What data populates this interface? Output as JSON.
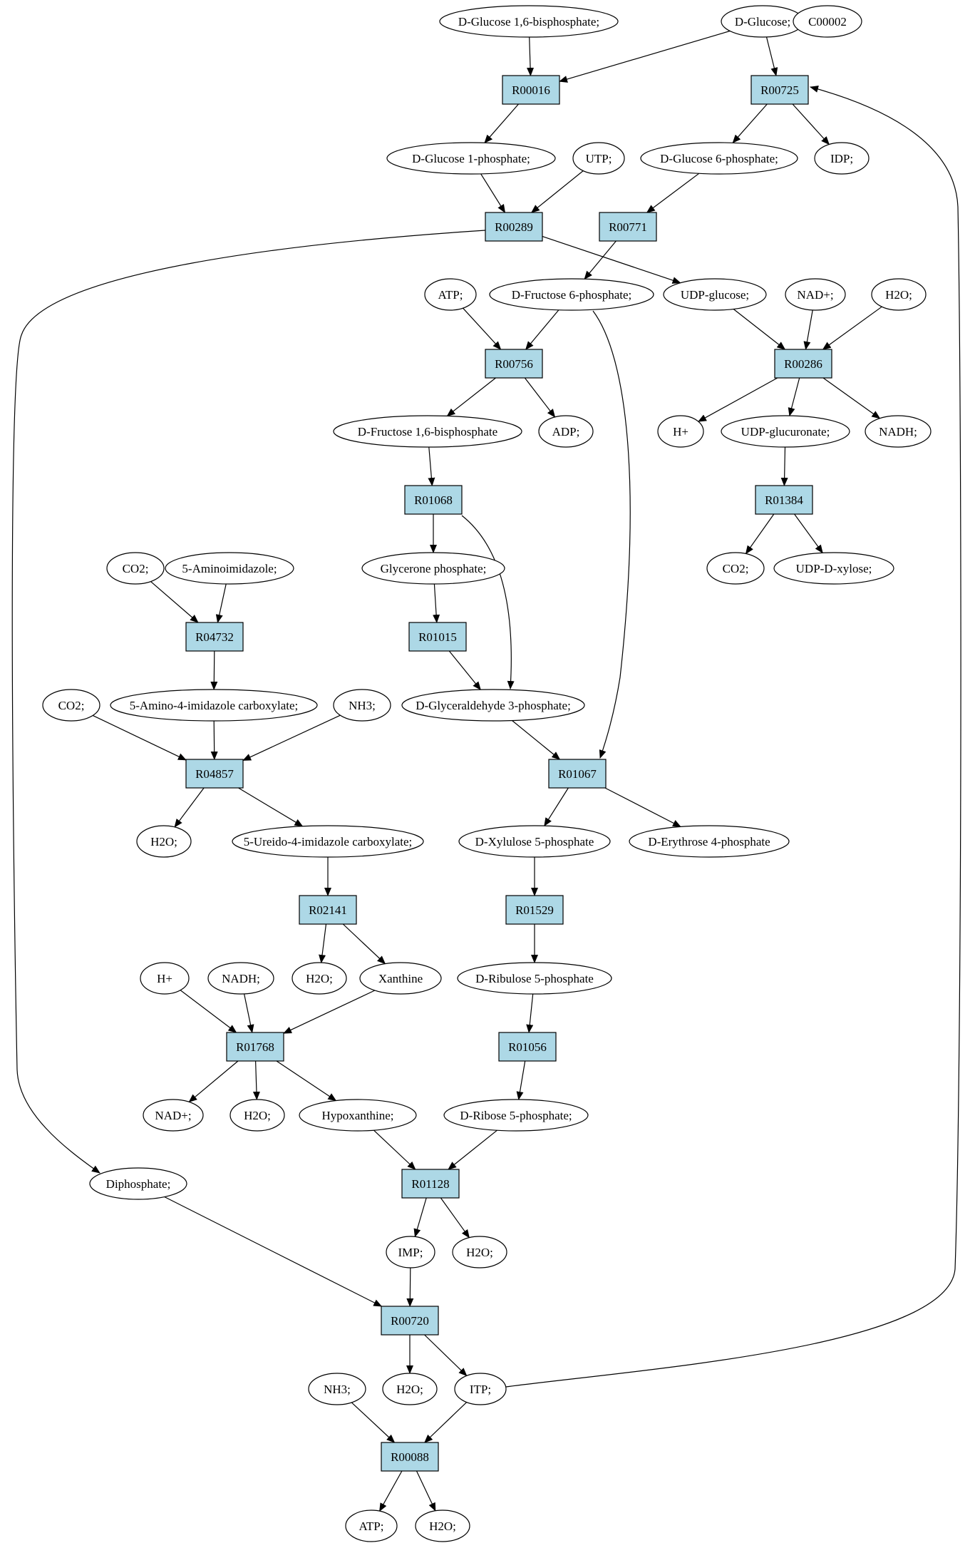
{
  "colors": {
    "reaction_fill": "#add8e6",
    "compound_fill": "#ffffff",
    "start_fill": "#00e000",
    "target_fill": "#ffff00",
    "stroke": "#000000"
  },
  "reactions": [
    {
      "id": "r00016",
      "label": "R00016"
    },
    {
      "id": "r00725",
      "label": "R00725"
    },
    {
      "id": "r00289",
      "label": "R00289"
    },
    {
      "id": "r00771",
      "label": "R00771"
    },
    {
      "id": "r00756",
      "label": "R00756"
    },
    {
      "id": "r00286",
      "label": "R00286"
    },
    {
      "id": "r01068",
      "label": "R01068"
    },
    {
      "id": "r01384",
      "label": "R01384"
    },
    {
      "id": "r04732",
      "label": "R04732"
    },
    {
      "id": "r01015",
      "label": "R01015"
    },
    {
      "id": "r04857",
      "label": "R04857"
    },
    {
      "id": "r01067",
      "label": "R01067"
    },
    {
      "id": "r02141",
      "label": "R02141"
    },
    {
      "id": "r01529",
      "label": "R01529"
    },
    {
      "id": "r01768",
      "label": "R01768"
    },
    {
      "id": "r01056",
      "label": "R01056"
    },
    {
      "id": "r01128",
      "label": "R01128"
    },
    {
      "id": "r00720",
      "label": "R00720"
    },
    {
      "id": "r00088",
      "label": "R00088"
    }
  ],
  "compounds": [
    {
      "id": "glc16bp",
      "label": "D-Glucose 1,6-bisphosphate;"
    },
    {
      "id": "glucose",
      "label": "D-Glucose;",
      "role": "start"
    },
    {
      "id": "c00002",
      "label": "C00002",
      "role": "target"
    },
    {
      "id": "g1p",
      "label": "D-Glucose 1-phosphate;"
    },
    {
      "id": "utp",
      "label": "UTP;"
    },
    {
      "id": "g6p",
      "label": "D-Glucose 6-phosphate;"
    },
    {
      "id": "idp",
      "label": "IDP;"
    },
    {
      "id": "atp1",
      "label": "ATP;"
    },
    {
      "id": "f6p",
      "label": "D-Fructose 6-phosphate;"
    },
    {
      "id": "udpglc",
      "label": "UDP-glucose;"
    },
    {
      "id": "nad1",
      "label": "NAD+;"
    },
    {
      "id": "h2o1",
      "label": "H2O;"
    },
    {
      "id": "f16bp",
      "label": "D-Fructose 1,6-bisphosphate"
    },
    {
      "id": "adp",
      "label": "ADP;"
    },
    {
      "id": "hplus1",
      "label": "H+"
    },
    {
      "id": "udpglcur",
      "label": "UDP-glucuronate;"
    },
    {
      "id": "nadh1",
      "label": "NADH;"
    },
    {
      "id": "co2a",
      "label": "CO2;"
    },
    {
      "id": "aminoimid",
      "label": "5-Aminoimidazole;"
    },
    {
      "id": "dhap",
      "label": "Glycerone phosphate;"
    },
    {
      "id": "co2b",
      "label": "CO2;"
    },
    {
      "id": "udpxyl",
      "label": "UDP-D-xylose;"
    },
    {
      "id": "co2c",
      "label": "CO2;"
    },
    {
      "id": "aica",
      "label": "5-Amino-4-imidazole carboxylate;"
    },
    {
      "id": "nh3a",
      "label": "NH3;"
    },
    {
      "id": "gap",
      "label": "D-Glyceraldehyde 3-phosphate;"
    },
    {
      "id": "h2o2",
      "label": "H2O;"
    },
    {
      "id": "ureido",
      "label": "5-Ureido-4-imidazole carboxylate;"
    },
    {
      "id": "xu5p",
      "label": "D-Xylulose 5-phosphate"
    },
    {
      "id": "e4p",
      "label": "D-Erythrose 4-phosphate"
    },
    {
      "id": "hplus2",
      "label": "H+"
    },
    {
      "id": "nadh2",
      "label": "NADH;"
    },
    {
      "id": "h2o3",
      "label": "H2O;"
    },
    {
      "id": "xanthine",
      "label": "Xanthine"
    },
    {
      "id": "ru5p",
      "label": "D-Ribulose 5-phosphate"
    },
    {
      "id": "nad2",
      "label": "NAD+;"
    },
    {
      "id": "h2o4",
      "label": "H2O;"
    },
    {
      "id": "hypox",
      "label": "Hypoxanthine;"
    },
    {
      "id": "r5p",
      "label": "D-Ribose 5-phosphate;"
    },
    {
      "id": "ppi",
      "label": "Diphosphate;"
    },
    {
      "id": "imp",
      "label": "IMP;"
    },
    {
      "id": "h2o5",
      "label": "H2O;"
    },
    {
      "id": "nh3b",
      "label": "NH3;"
    },
    {
      "id": "h2o6",
      "label": "H2O;"
    },
    {
      "id": "itp",
      "label": "ITP;"
    },
    {
      "id": "atp2",
      "label": "ATP;"
    },
    {
      "id": "h2o7",
      "label": "H2O;"
    }
  ],
  "edges": [
    [
      "glc16bp",
      "r00016"
    ],
    [
      "glucose",
      "r00016"
    ],
    [
      "glucose",
      "r00725"
    ],
    [
      "r00016",
      "g1p"
    ],
    [
      "r00725",
      "g6p"
    ],
    [
      "r00725",
      "idp"
    ],
    [
      "g1p",
      "r00289"
    ],
    [
      "utp",
      "r00289"
    ],
    [
      "g6p",
      "r00771"
    ],
    [
      "r00289",
      "udpglc"
    ],
    [
      "r00289",
      "ppi"
    ],
    [
      "r00771",
      "f6p"
    ],
    [
      "atp1",
      "r00756"
    ],
    [
      "f6p",
      "r00756"
    ],
    [
      "f6p",
      "r01067"
    ],
    [
      "udpglc",
      "r00286"
    ],
    [
      "nad1",
      "r00286"
    ],
    [
      "h2o1",
      "r00286"
    ],
    [
      "r00756",
      "f16bp"
    ],
    [
      "r00756",
      "adp"
    ],
    [
      "r00286",
      "hplus1"
    ],
    [
      "r00286",
      "udpglcur"
    ],
    [
      "r00286",
      "nadh1"
    ],
    [
      "f16bp",
      "r01068"
    ],
    [
      "udpglcur",
      "r01384"
    ],
    [
      "r01068",
      "dhap"
    ],
    [
      "r01068",
      "gap"
    ],
    [
      "r01384",
      "co2b"
    ],
    [
      "r01384",
      "udpxyl"
    ],
    [
      "co2a",
      "r04732"
    ],
    [
      "aminoimid",
      "r04732"
    ],
    [
      "r04732",
      "aica"
    ],
    [
      "dhap",
      "r01015"
    ],
    [
      "r01015",
      "gap"
    ],
    [
      "co2c",
      "r04857"
    ],
    [
      "aica",
      "r04857"
    ],
    [
      "nh3a",
      "r04857"
    ],
    [
      "gap",
      "r01067"
    ],
    [
      "r04857",
      "h2o2"
    ],
    [
      "r04857",
      "ureido"
    ],
    [
      "r01067",
      "xu5p"
    ],
    [
      "r01067",
      "e4p"
    ],
    [
      "ureido",
      "r02141"
    ],
    [
      "xu5p",
      "r01529"
    ],
    [
      "r02141",
      "h2o3"
    ],
    [
      "r02141",
      "xanthine"
    ],
    [
      "r01529",
      "ru5p"
    ],
    [
      "hplus2",
      "r01768"
    ],
    [
      "nadh2",
      "r01768"
    ],
    [
      "xanthine",
      "r01768"
    ],
    [
      "ru5p",
      "r01056"
    ],
    [
      "r01768",
      "nad2"
    ],
    [
      "r01768",
      "h2o4"
    ],
    [
      "r01768",
      "hypox"
    ],
    [
      "r01056",
      "r5p"
    ],
    [
      "hypox",
      "r01128"
    ],
    [
      "r5p",
      "r01128"
    ],
    [
      "r01128",
      "imp"
    ],
    [
      "r01128",
      "h2o5"
    ],
    [
      "ppi",
      "r00720"
    ],
    [
      "imp",
      "r00720"
    ],
    [
      "r00720",
      "h2o6"
    ],
    [
      "r00720",
      "itp"
    ],
    [
      "itp",
      "r00725"
    ],
    [
      "nh3b",
      "r00088"
    ],
    [
      "itp",
      "r00088"
    ],
    [
      "r00088",
      "atp2"
    ],
    [
      "r00088",
      "h2o7"
    ]
  ]
}
